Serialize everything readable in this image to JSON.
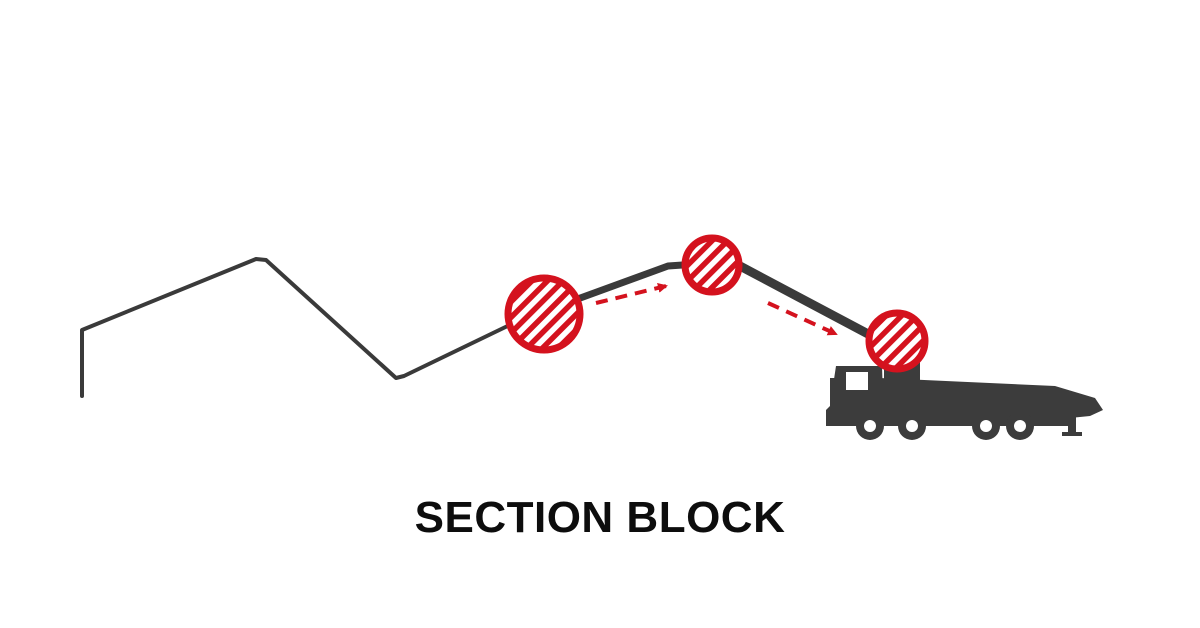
{
  "caption": "SECTION BLOCK",
  "colors": {
    "boom": "#3a3a3a",
    "truck": "#3c3c3c",
    "block_marker": "#d4121e",
    "arrow": "#d4121e",
    "background": "#ffffff"
  },
  "blocked_sections": 3,
  "arrows": 2
}
